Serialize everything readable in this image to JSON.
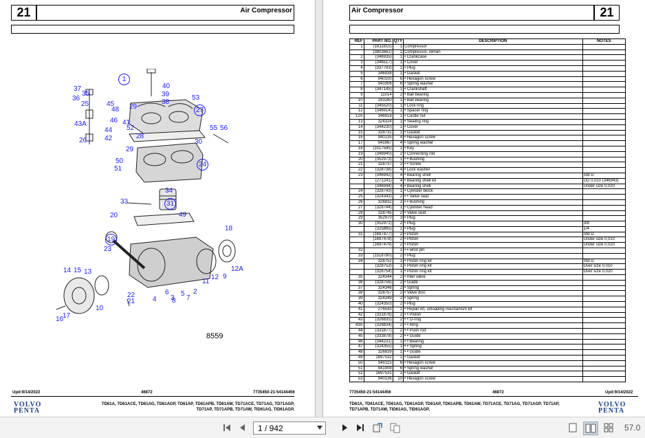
{
  "left_page": {
    "number": "21",
    "title": "Air Compressor",
    "drawing_number": "8559",
    "footer_date": "Upd:9/14/2022",
    "footer_code": "46872",
    "footer_ref": "7735450-21-54144456",
    "logo_line1": "VOLVO",
    "logo_line2": "PENTA",
    "models_line1": "TD61A, TD61ACE, TD61AG, TD61AGP, TD61AP, TD61APB, TD61AW, TD71ACE, TD71AG, TD71AGP,",
    "models_line2": "TD71AP, TD71APB, TD71AW, TID61AG, TID61AGP,",
    "callouts": [
      "1",
      "37",
      "35",
      "36",
      "25",
      "43A",
      "26",
      "45",
      "48",
      "46",
      "41",
      "44",
      "42",
      "29",
      "52",
      "27",
      "40",
      "39",
      "38",
      "53",
      "30",
      "55",
      "56",
      "28",
      "29",
      "50",
      "51",
      "24",
      "34",
      "33",
      "31",
      "20",
      "49",
      "18",
      "19",
      "23",
      "17",
      "16",
      "15",
      "14",
      "13",
      "10",
      "22",
      "21",
      "4",
      "3",
      "5",
      "2",
      "11",
      "12",
      "12A",
      "9",
      "8",
      "6",
      "7"
    ]
  },
  "right_page": {
    "number": "21",
    "title": "Air Compressor",
    "footer_date": "Upd:9/14/2022",
    "footer_code": "46872",
    "footer_ref": "7735450-21-54144456",
    "logo_line1": "VOLVO",
    "logo_line2": "PENTA",
    "models_line1": "TD61A, TD61ACE, TD61AG, TD61AGP, TD61AP, TD61APB, TD61AW, TD71ACE, TD71AG, TD71AGP, TD71AP,",
    "models_line2": "TD71APB, TD71AW, TID61AG, TID61AGP,",
    "table_headers": [
      "REF",
      "PART NO.",
      "QTY",
      "DESCRIPTION",
      "NOTES"
    ],
    "rows": [
      [
        "1",
        "(1611815)",
        "1",
        "Compressor",
        ""
      ],
      [
        "",
        "(3803662)",
        "1",
        "Compressor, reman",
        ""
      ],
      [
        "2",
        "(346935)",
        "1",
        "• Crankcase",
        ""
      ],
      [
        "3",
        "(346517)",
        "1",
        "• Cover",
        ""
      ],
      [
        "4",
        "(337793)",
        "1",
        "• Plug",
        ""
      ],
      [
        "5",
        "346938",
        "1",
        "• Gasket",
        ""
      ],
      [
        "6",
        "940100",
        "6",
        "• Hexagon screw",
        ""
      ],
      [
        "7",
        "941906",
        "6",
        "• Spring washer",
        ""
      ],
      [
        "8",
        "(347145)",
        "1",
        "• Crankshaft",
        ""
      ],
      [
        "9",
        "11014",
        "2",
        "• Ball bearing",
        ""
      ],
      [
        "10",
        "183260",
        "1",
        "• Ball bearing",
        ""
      ],
      [
        "11",
        "(345520)",
        "1",
        "• Lock ring",
        ""
      ],
      [
        "12",
        "(346914)",
        "1",
        "• Spacer ring",
        ""
      ],
      [
        "12A",
        "346918",
        "1",
        "• Castle nut",
        ""
      ],
      [
        "13",
        "324324",
        "1",
        "• Sealing ring",
        ""
      ],
      [
        "14",
        "(344230)",
        "1",
        "• Cover",
        ""
      ],
      [
        "15",
        "328731",
        "1",
        "• Gasket",
        ""
      ],
      [
        "16",
        "940135",
        "4",
        "• Hexagon screw",
        ""
      ],
      [
        "17",
        "941967",
        "4",
        "• Spring washer",
        ""
      ],
      [
        "18",
        "(1517545)",
        "1",
        "• Key",
        ""
      ],
      [
        "19",
        "(346940)",
        "2",
        "• Connecting rod",
        ""
      ],
      [
        "20",
        "(352973)",
        "1",
        "• • Bushing",
        ""
      ],
      [
        "21",
        "328737",
        "2",
        "• • Screw",
        ""
      ],
      [
        "22",
        "(328738)",
        "4",
        "• Lock washer",
        ""
      ],
      [
        "23",
        "(346942)",
        "4",
        "• Bearing shell",
        "Std D"
      ],
      [
        "",
        "(271241)",
        "4",
        "• Bearing shell kit",
        "UD 0,010 (346943)"
      ],
      [
        "",
        "(346944)",
        "4",
        "• Bearing shell",
        "Under size 0,020"
      ],
      [
        "24",
        "(328743)",
        "1",
        "• Cylinder block",
        ""
      ],
      [
        "25",
        "(324343)",
        "2",
        "• • Valve seat",
        ""
      ],
      [
        "26",
        "326832",
        "2",
        "• • Bushing",
        ""
      ],
      [
        "27",
        "(328744)",
        "1",
        "• Cylinder head",
        ""
      ],
      [
        "28",
        "328745",
        "2",
        "• Valve seat",
        ""
      ],
      [
        "29",
        "352970",
        "3",
        "• Plug",
        ""
      ],
      [
        "30",
        "(352971)",
        "2",
        "• Plug",
        "3/8"
      ],
      [
        "",
        "(325865)",
        "1",
        "• Plug",
        "1/4"
      ],
      [
        "31",
        "(1697477)",
        "2",
        "• Piston",
        "Std D"
      ],
      [
        "",
        "(1697478)",
        "2",
        "• Piston",
        "Under size 0,010"
      ],
      [
        "",
        "(1697479)",
        "2",
        "• Piston",
        "Under size 0,020"
      ],
      [
        "32",
        "",
        "1",
        "• • wrist pin",
        ""
      ],
      [
        "33",
        "(1518780)",
        "2",
        "• Plug",
        ""
      ],
      [
        "34",
        "328752",
        "1",
        "• Piston ring kit",
        "Std D"
      ],
      [
        "",
        "(328753)",
        "1",
        "• Piston ring kit",
        "Over size 0,010"
      ],
      [
        "",
        "(328754)",
        "1",
        "• Piston ring kit",
        "Over size 0,020"
      ],
      [
        "35",
        "324344",
        "2",
        "• Inlet valve",
        ""
      ],
      [
        "36",
        "(328756)",
        "2",
        "• Guide",
        ""
      ],
      [
        "37",
        "324346",
        "2",
        "• Spring",
        ""
      ],
      [
        "38",
        "328757",
        "2",
        "• Valve disc",
        ""
      ],
      [
        "39",
        "324349",
        "2",
        "• Spring",
        ""
      ],
      [
        "40",
        "(324350)",
        "2",
        "• Plug",
        ""
      ],
      [
        "41",
        "276543",
        "1",
        "• Repair kit, unloading mechanism kit",
        ""
      ],
      [
        "42",
        "(331876)",
        "2",
        "• • Piston",
        ""
      ],
      [
        "43",
        "(326835)",
        "2",
        "• • O-ring",
        ""
      ],
      [
        "43A",
        "(326834)",
        "2",
        "• • Ring",
        ""
      ],
      [
        "44",
        "(331877)",
        "2",
        "• • Push rod",
        ""
      ],
      [
        "45",
        "(333878)",
        "2",
        "• • Guide",
        ""
      ],
      [
        "46",
        "(344231)",
        "1",
        "• • Bearing",
        ""
      ],
      [
        "47",
        "(324355)",
        "1",
        "• • Spring",
        ""
      ],
      [
        "48",
        "326839",
        "1",
        "• • Guide",
        ""
      ],
      [
        "49",
        "1697532",
        "1",
        "• Gasket",
        ""
      ],
      [
        "50",
        "940115",
        "6",
        "• Hexagon screw",
        ""
      ],
      [
        "51",
        "941908",
        "6",
        "• Spring washer",
        ""
      ],
      [
        "52",
        "1697531",
        "1",
        "• Gasket",
        ""
      ],
      [
        "53",
        "940136",
        "10",
        "• Hexagon screw",
        ""
      ]
    ]
  },
  "toolbar": {
    "page_indicator": "1 / 942",
    "zoom": "57.0"
  },
  "colors": {
    "callout": "#1a1aff",
    "logo": "#1a3f8f"
  }
}
